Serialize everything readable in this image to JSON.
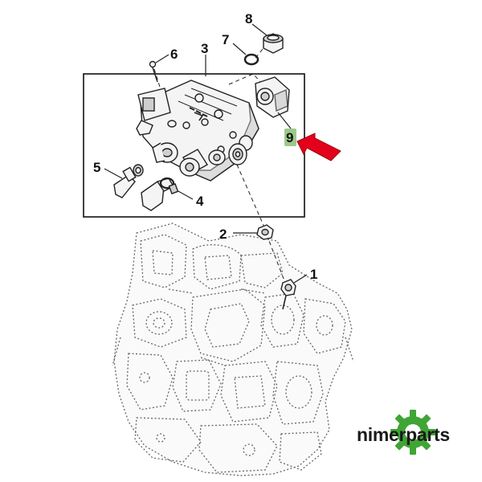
{
  "diagram": {
    "callouts": {
      "c1": "1",
      "c2": "2",
      "c3": "3",
      "c4": "4",
      "c5": "5",
      "c6": "6",
      "c7": "7",
      "c8": "8",
      "c9": "9"
    },
    "highlighted_callout": "9",
    "highlight_color": "#9dc98a",
    "arrow_color": "#e3001b"
  },
  "brand": {
    "name": "nimerparts",
    "gear_color": "#3fa535"
  }
}
